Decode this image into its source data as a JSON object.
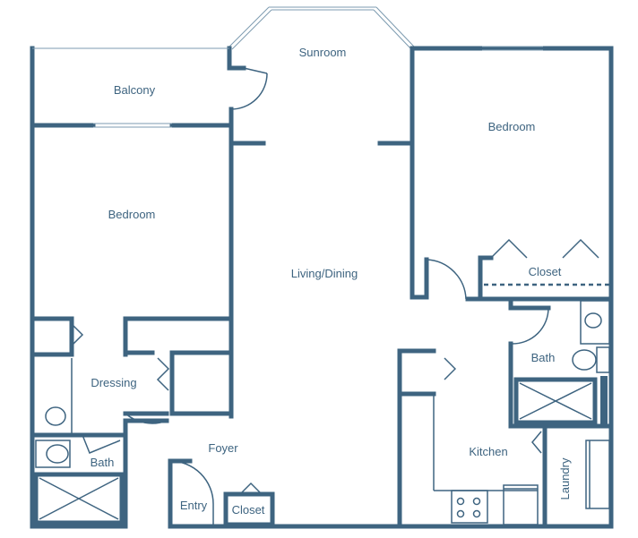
{
  "colors": {
    "wall": "#3e6480",
    "background": "#ffffff"
  },
  "rooms": {
    "sunroom": "Sunroom",
    "balcony": "Balcony",
    "bedroom_right": "Bedroom",
    "bedroom_left": "Bedroom",
    "living_dining": "Living/Dining",
    "closet_right": "Closet",
    "bath_right": "Bath",
    "dressing": "Dressing",
    "foyer": "Foyer",
    "kitchen": "Kitchen",
    "bath_left": "Bath",
    "entry": "Entry",
    "closet_entry": "Closet",
    "laundry": "Laundry"
  }
}
